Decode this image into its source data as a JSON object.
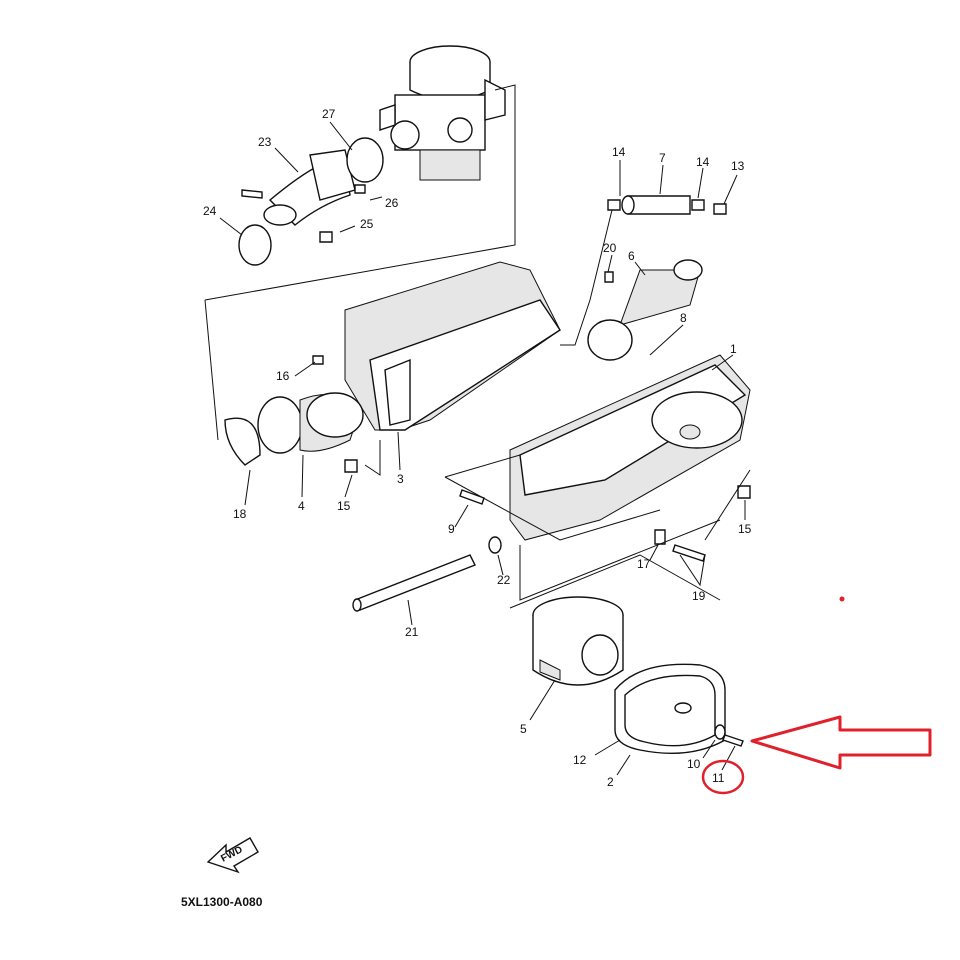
{
  "diagram": {
    "code": "5XL1300-A080",
    "fwd_label": "FWD",
    "callouts": {
      "c1": "1",
      "c2": "2",
      "c3": "3",
      "c4": "4",
      "c5": "5",
      "c6": "6",
      "c7": "7",
      "c8": "8",
      "c9": "9",
      "c10": "10",
      "c11": "11",
      "c12": "12",
      "c13": "13",
      "c14a": "14",
      "c14b": "14",
      "c15a": "15",
      "c15b": "15",
      "c16": "16",
      "c17": "17",
      "c18": "18",
      "c19": "19",
      "c20": "20",
      "c21": "21",
      "c22": "22",
      "c23": "23",
      "c24": "24",
      "c25": "25",
      "c26": "26",
      "c27": "27"
    },
    "highlight_color": "#e0202a",
    "line_color": "#111111"
  }
}
